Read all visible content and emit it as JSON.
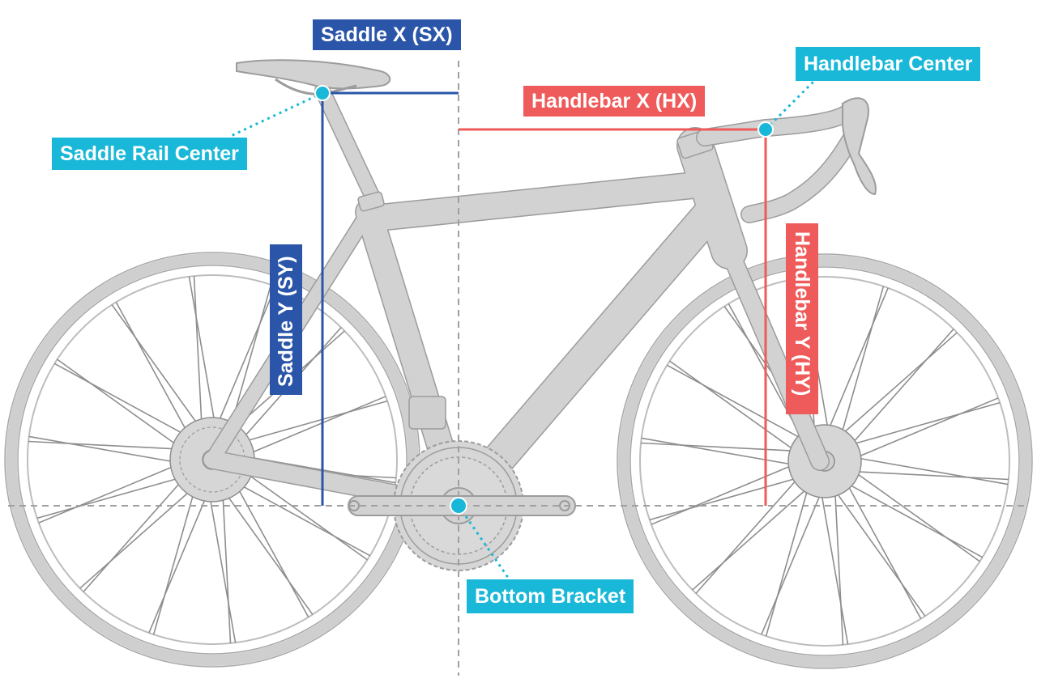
{
  "diagram": {
    "labels": {
      "saddle_x": "Saddle X (SX)",
      "saddle_y": "Saddle Y (SY)",
      "handlebar_x": "Handlebar X (HX)",
      "handlebar_y": "Handlebar Y (HY)",
      "handlebar_center": "Handlebar Center",
      "saddle_rail_center": "Saddle Rail Center",
      "bottom_bracket": "Bottom Bracket"
    },
    "colors": {
      "saddle": "#2a55a8",
      "handlebar": "#ef5a5a",
      "point": "#1ab8d8",
      "bike": "#cfcfcf",
      "bike_outline": "#a8a8a8",
      "guide": "#a0a0a0"
    }
  }
}
